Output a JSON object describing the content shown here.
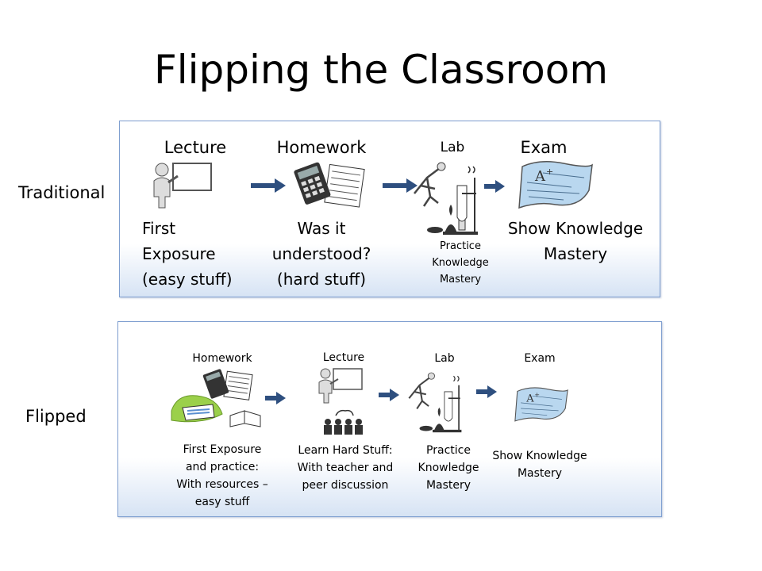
{
  "title": "Flipping the Classroom",
  "traditional": {
    "label": "Traditional",
    "stages": [
      {
        "name": "Lecture",
        "caption": [
          "First",
          "Exposure",
          "(easy stuff)"
        ]
      },
      {
        "name": "Homework",
        "caption": [
          "Was it",
          "understood?",
          "(hard stuff)"
        ]
      },
      {
        "name": "Lab",
        "caption": [
          "Practice",
          "Knowledge",
          "Mastery"
        ]
      },
      {
        "name": "Exam",
        "caption": [
          "Show Knowledge",
          "Mastery"
        ]
      }
    ]
  },
  "flipped": {
    "label": "Flipped",
    "stages": [
      {
        "name": "Homework",
        "caption": [
          "First Exposure",
          "and practice:",
          "With resources –",
          "easy stuff"
        ]
      },
      {
        "name": "Lecture",
        "caption": [
          "Learn Hard Stuff:",
          "With teacher and",
          "peer discussion"
        ]
      },
      {
        "name": "Lab",
        "caption": [
          "Practice",
          "Knowledge",
          "Mastery"
        ]
      },
      {
        "name": "Exam",
        "caption": [
          "Show Knowledge",
          "Mastery"
        ]
      }
    ]
  },
  "colors": {
    "panel_border": "#7f9fd0",
    "arrow": "#2e4f7f",
    "paper_blue": "#b9d7ef"
  },
  "icons": [
    "presenter-icon",
    "calculator-icon",
    "lab-icon",
    "exam-paper-icon",
    "books-icon",
    "audience-icon",
    "arrow-icon"
  ]
}
